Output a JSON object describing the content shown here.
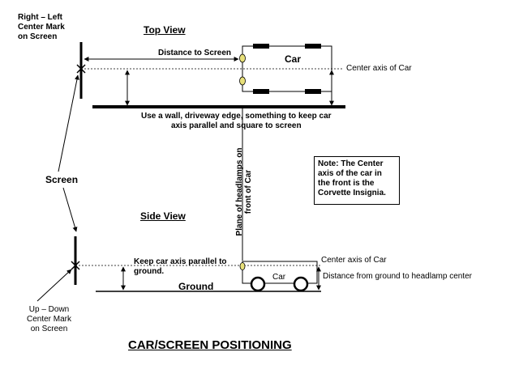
{
  "labels": {
    "right_left_mark": [
      "Right – Left",
      "Center Mark",
      "on Screen"
    ],
    "top_view": "Top View",
    "distance_to_screen": "Distance to Screen",
    "car_top": "Car",
    "center_axis_top": "Center axis of Car",
    "wall_note": [
      "Use a wall, driveway edge, something to keep car",
      "axis parallel and square to screen"
    ],
    "screen": "Screen",
    "note": "Note: The Center axis of the car in the front is the Corvette Insignia.",
    "plane_of_headlamps": "Plane of headlamps on front of Car",
    "side_view": "Side View",
    "keep_axis_parallel": [
      "Keep car axis parallel to",
      "ground."
    ],
    "center_axis_side": "Center axis of Car",
    "car_side": "Car",
    "ground": "Ground",
    "distance_ground_headlamp": "Distance from ground to headlamp center",
    "up_down_mark": [
      "Up – Down",
      "Center Mark",
      "on Screen"
    ],
    "title": "CAR/SCREEN POSITIONING"
  },
  "colors": {
    "headlamp": "#e8e07a",
    "line": "#000000"
  }
}
